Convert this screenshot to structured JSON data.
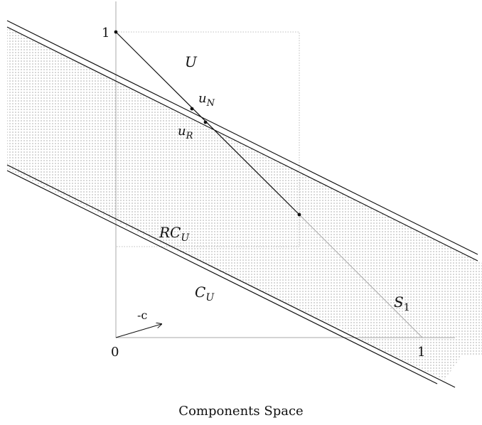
{
  "caption": "Components Space",
  "axes": {
    "origin_label": "0",
    "y_tick_label": "1",
    "x_tick_label": "1"
  },
  "regions": {
    "U": "U",
    "C_U": "C",
    "C_U_sub": "U",
    "RC_U": "RC",
    "RC_U_sub": "U"
  },
  "points": {
    "u_N": "u",
    "u_N_sub": "N",
    "u_R": "u",
    "u_R_sub": "R"
  },
  "segment_label": "S",
  "segment_label_sub": "1",
  "vector_label": "-c"
}
